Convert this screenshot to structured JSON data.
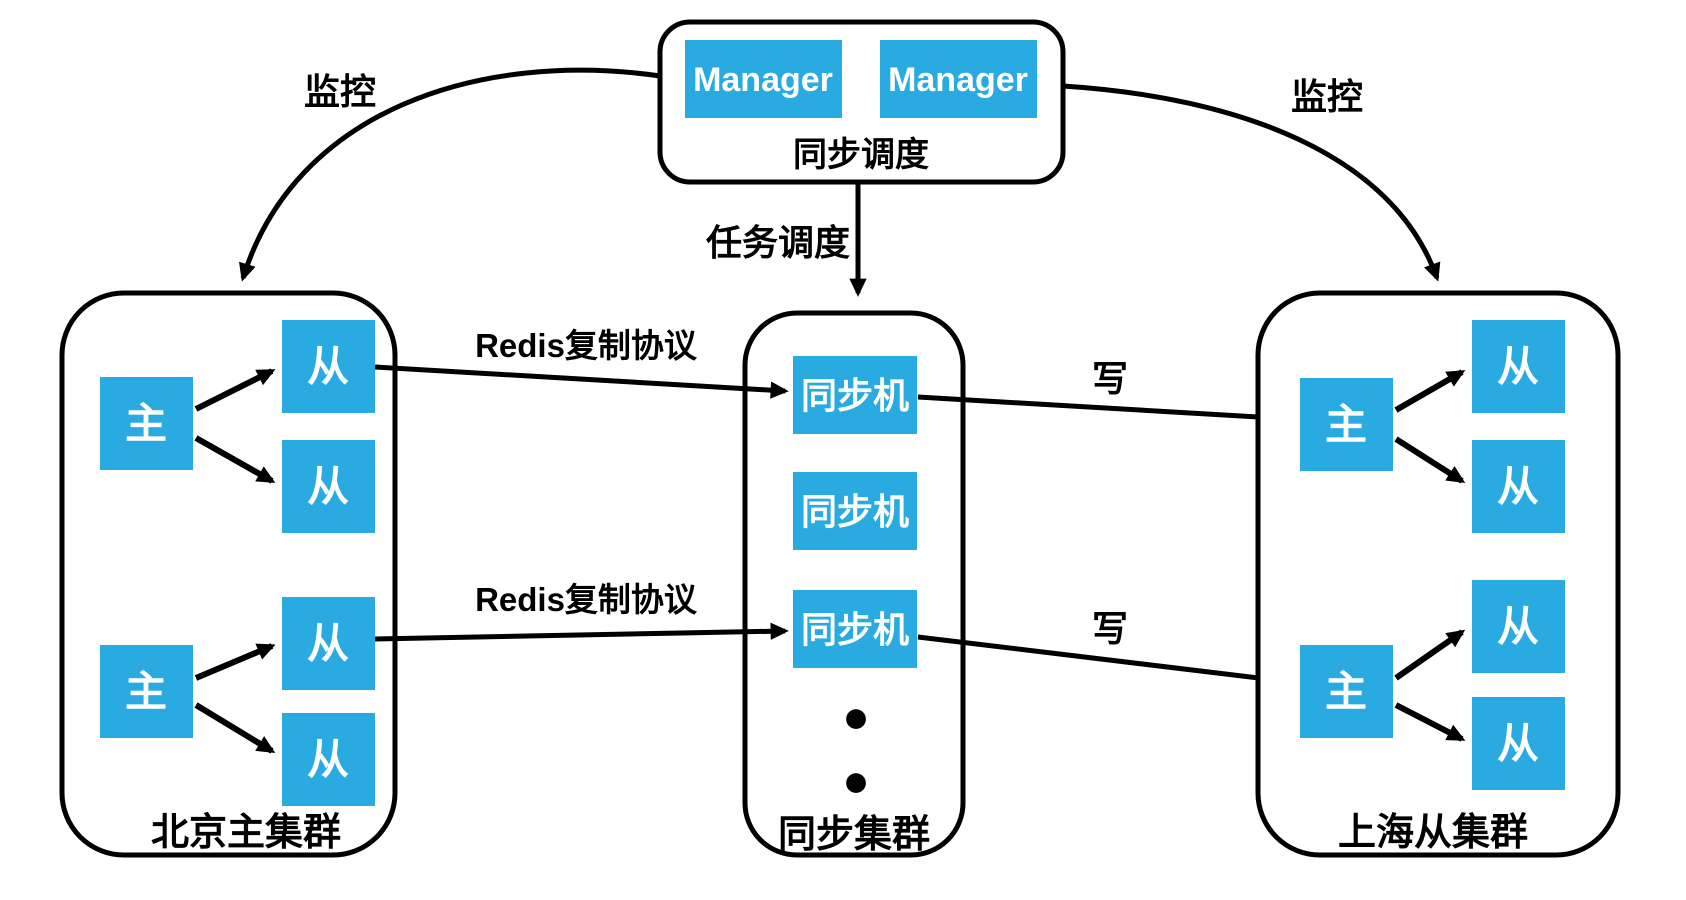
{
  "colors": {
    "node_fill": "#29ABE2",
    "node_text": "#FFFFFF",
    "stroke": "#000000",
    "background": "#FFFFFF"
  },
  "scheduler": {
    "label": "同步调度",
    "managers": [
      {
        "label": "Manager"
      },
      {
        "label": "Manager"
      }
    ]
  },
  "edges": {
    "monitor_left": "监控",
    "monitor_right": "监控",
    "task_schedule": "任务调度",
    "redis_replication_top": "Redis复制协议",
    "redis_replication_bottom": "Redis复制协议",
    "write_top": "写",
    "write_bottom": "写"
  },
  "beijing_cluster": {
    "label": "北京主集群",
    "groups": [
      {
        "master": "主",
        "slaves": [
          "从",
          "从"
        ]
      },
      {
        "master": "主",
        "slaves": [
          "从",
          "从"
        ]
      }
    ]
  },
  "sync_cluster": {
    "label": "同步集群",
    "machines": [
      "同步机",
      "同步机",
      "同步机"
    ],
    "ellipsis_dot": "●"
  },
  "shanghai_cluster": {
    "label": "上海从集群",
    "groups": [
      {
        "master": "主",
        "slaves": [
          "从",
          "从"
        ]
      },
      {
        "master": "主",
        "slaves": [
          "从",
          "从"
        ]
      }
    ]
  }
}
